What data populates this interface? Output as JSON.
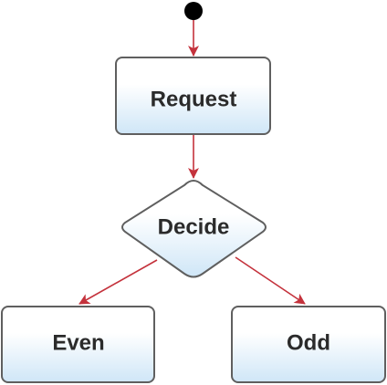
{
  "diagram": {
    "type": "flowchart",
    "nodes": {
      "request": {
        "label": "Request",
        "shape": "rounded-rectangle"
      },
      "decide": {
        "label": "Decide",
        "shape": "diamond"
      },
      "even": {
        "label": "Even",
        "shape": "rounded-rectangle"
      },
      "odd": {
        "label": "Odd",
        "shape": "rounded-rectangle"
      }
    },
    "edges": [
      {
        "from": "start",
        "to": "request"
      },
      {
        "from": "request",
        "to": "decide"
      },
      {
        "from": "decide",
        "to": "even"
      },
      {
        "from": "decide",
        "to": "odd"
      }
    ]
  },
  "colors": {
    "arrow": "#c4323c",
    "node_border": "#5f5f5f",
    "node_fill_top": "#ffffff",
    "node_fill_bottom": "#cfe6f7",
    "start_dot": "#000000",
    "label_text": "#2b2b2b"
  }
}
